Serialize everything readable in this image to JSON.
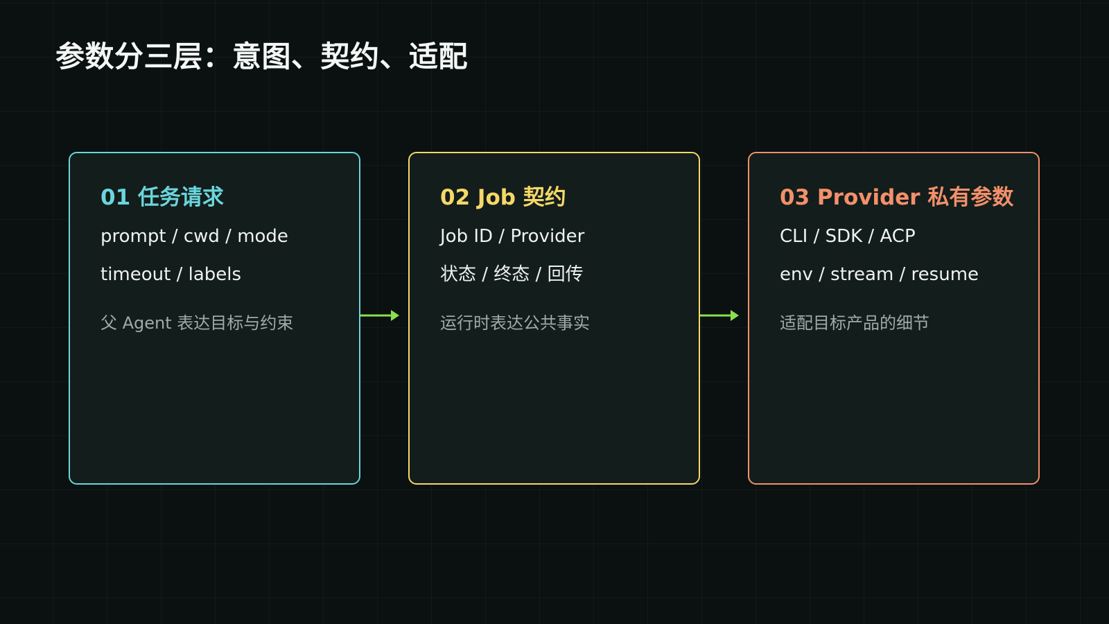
{
  "page": {
    "title": "参数分三层：意图、契约、适配"
  },
  "colors": {
    "background": "#0a1110",
    "card_fill": "#131d1b",
    "arrow": "#8be04e",
    "layer1_accent": "#6ad6dc",
    "layer2_accent": "#f5d869",
    "layer3_accent": "#f3906b"
  },
  "layers": [
    {
      "title": "01 任务请求",
      "lines": [
        "prompt / cwd / mode",
        "timeout / labels"
      ],
      "note": "父 Agent 表达目标与约束"
    },
    {
      "title": "02 Job 契约",
      "lines": [
        "Job ID / Provider",
        "状态 / 终态 / 回传"
      ],
      "note": "运行时表达公共事实"
    },
    {
      "title": "03 Provider 私有参数",
      "lines": [
        "CLI / SDK / ACP",
        "env / stream / resume"
      ],
      "note": "适配目标产品的细节"
    }
  ]
}
